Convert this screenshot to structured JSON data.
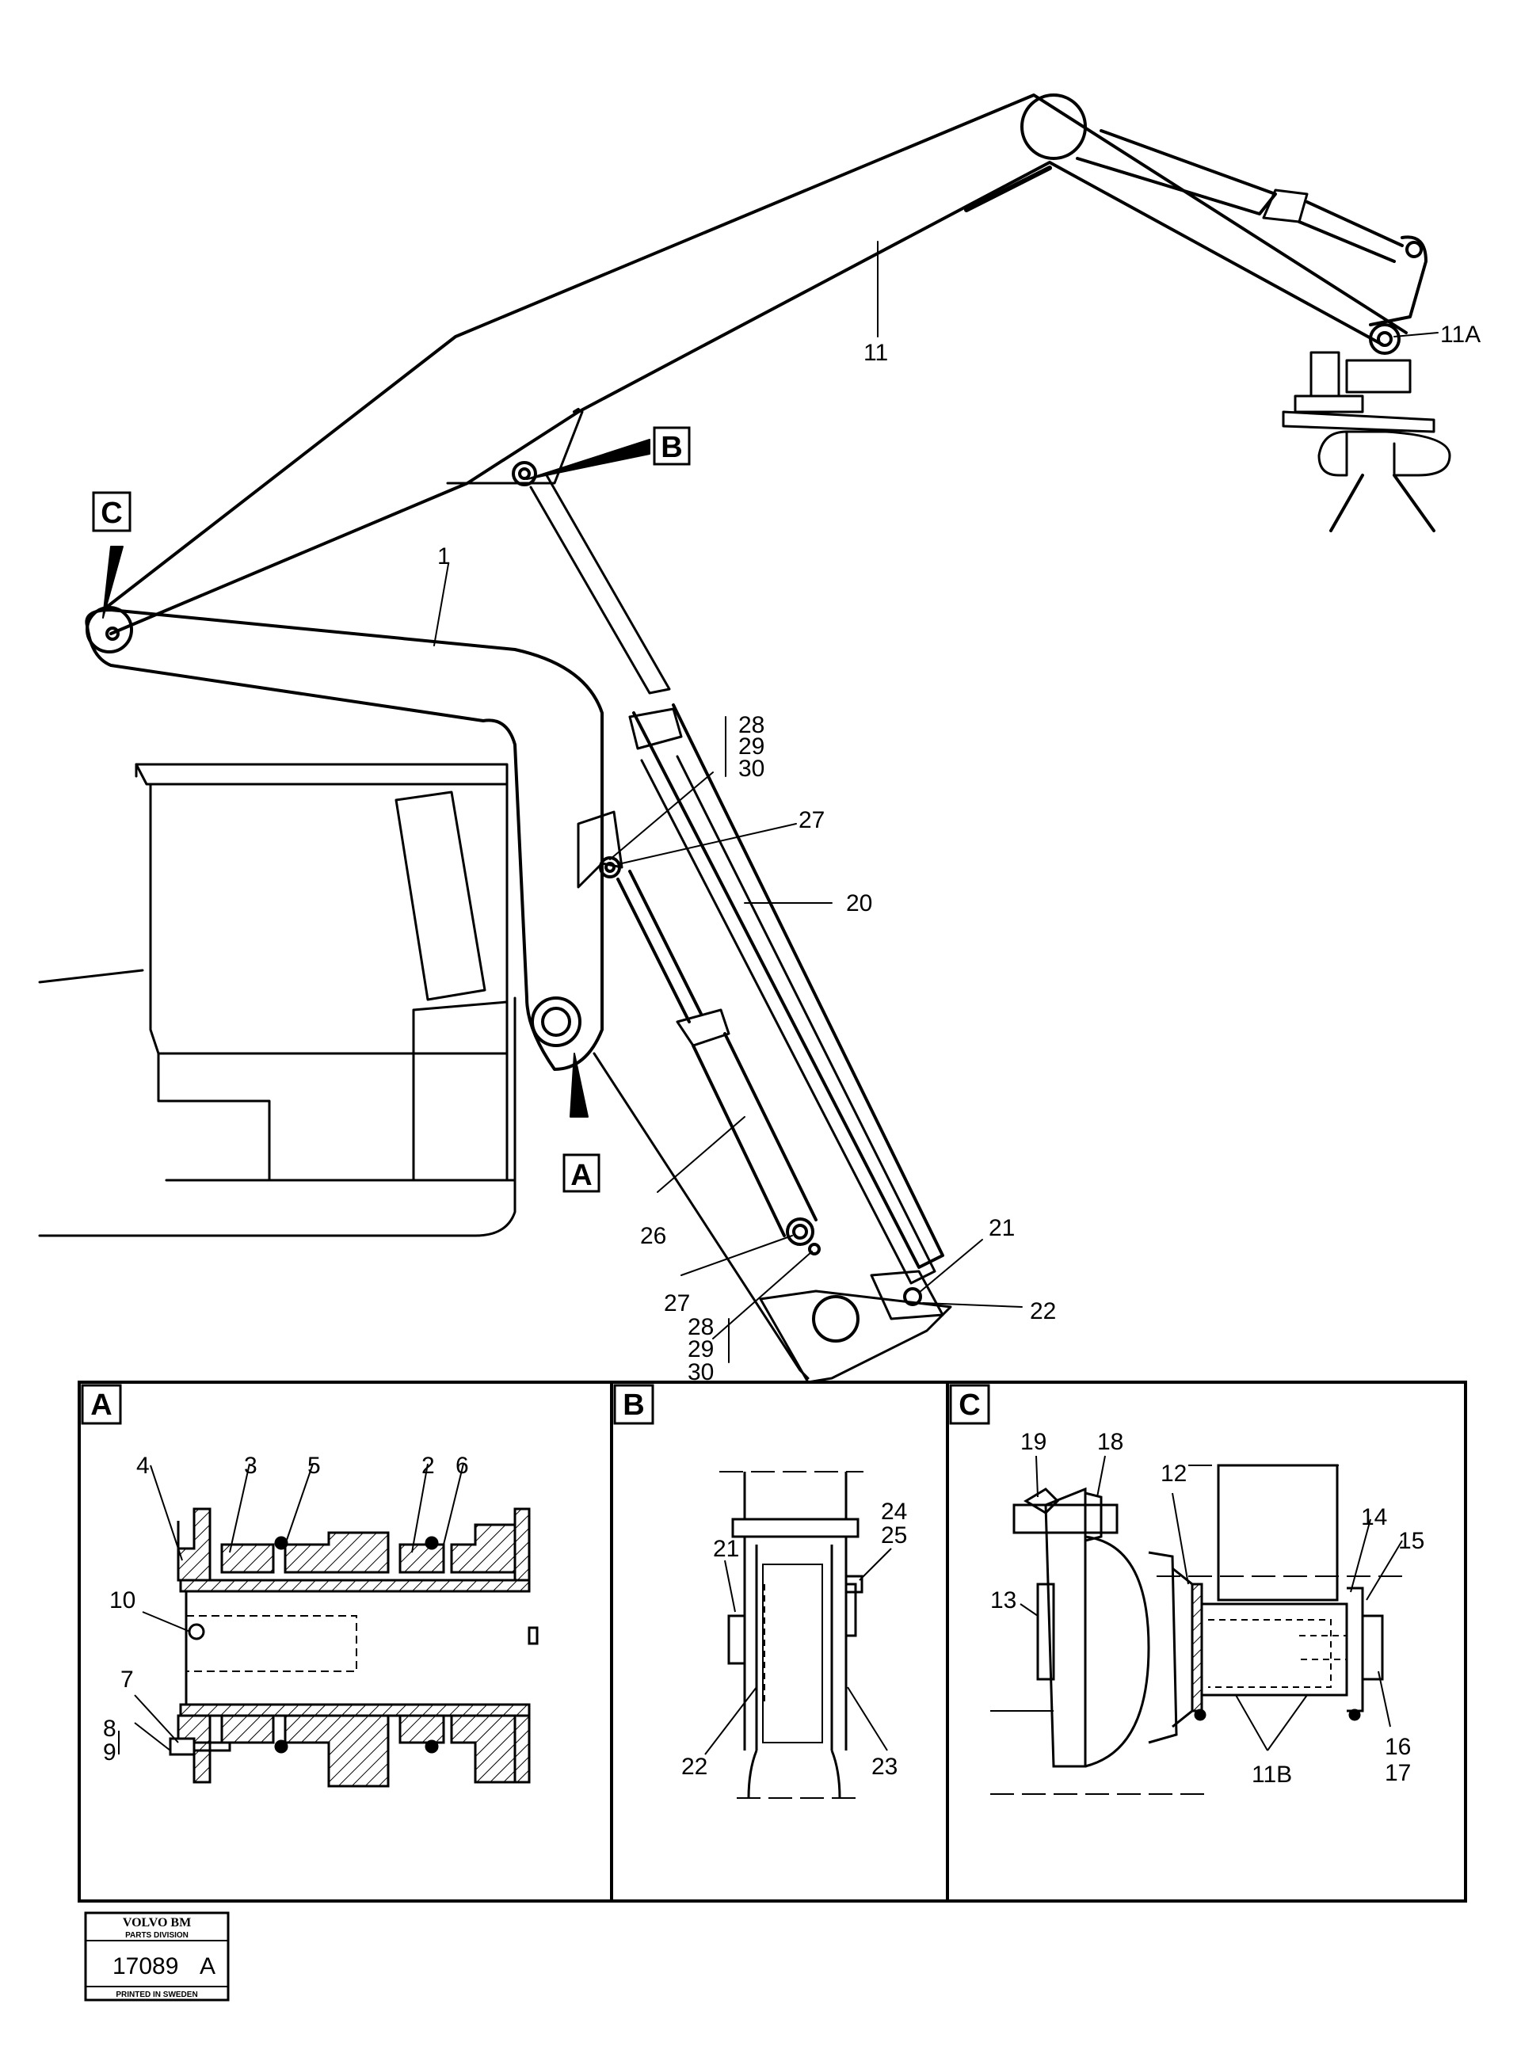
{
  "figure": {
    "callouts": {
      "c1": "1",
      "c11": "11",
      "c11A": "11A",
      "c20": "20",
      "c21": "21",
      "c22": "22",
      "c26": "26",
      "c27a": "27",
      "c27b": "27",
      "c28a": "28",
      "c29a": "29",
      "c30a": "30",
      "c28b": "28",
      "c29b": "29",
      "c30b": "30"
    },
    "detail_tags": {
      "a": "A",
      "b": "B",
      "c": "C"
    }
  },
  "detail_a": {
    "label": "A",
    "callouts": {
      "c2": "2",
      "c3": "3",
      "c4": "4",
      "c5": "5",
      "c6": "6",
      "c7": "7",
      "c8": "8",
      "c9": "9",
      "c10": "10"
    }
  },
  "detail_b": {
    "label": "B",
    "callouts": {
      "c21": "21",
      "c22": "22",
      "c23": "23",
      "c24": "24",
      "c25": "25"
    }
  },
  "detail_c": {
    "label": "C",
    "callouts": {
      "c11B": "11B",
      "c12": "12",
      "c13": "13",
      "c14": "14",
      "c15": "15",
      "c16": "16",
      "c17": "17",
      "c18": "18",
      "c19": "19"
    }
  },
  "stamp": {
    "brand": "VOLVO BM",
    "division": "PARTS DIVISION",
    "number": "17089",
    "suffix": "A",
    "printed": "PRINTED IN SWEDEN"
  }
}
